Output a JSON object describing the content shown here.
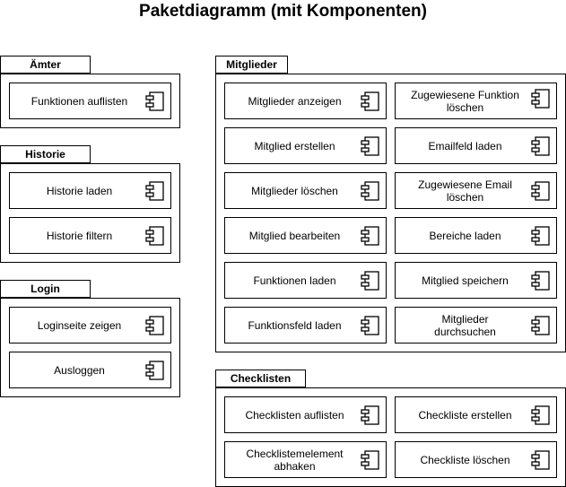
{
  "title": "Paketdiagramm (mit Komponenten)",
  "packages": {
    "aemter": {
      "name": "Ämter",
      "components": [
        "Funktionen auflisten"
      ]
    },
    "historie": {
      "name": "Historie",
      "components": [
        "Historie laden",
        "Historie filtern"
      ]
    },
    "login": {
      "name": "Login",
      "components": [
        "Loginseite zeigen",
        "Ausloggen"
      ]
    },
    "mitglieder": {
      "name": "Mitglieder",
      "components": [
        "Mitglieder anzeigen",
        "Zugewiesene Funktion löschen",
        "Mitglied erstellen",
        "Emailfeld laden",
        "Mitglieder löschen",
        "Zugewiesene Email löschen",
        "Mitglied bearbeiten",
        "Bereiche laden",
        "Funktionen laden",
        "Mitglied speichern",
        "Funktionsfeld laden",
        "Mitglieder durchsuchen"
      ]
    },
    "checklisten": {
      "name": "Checklisten",
      "components": [
        "Checklisten auflisten",
        "Checkliste erstellen",
        "Checklistemelement abhaken",
        "Checkliste löschen"
      ]
    }
  }
}
